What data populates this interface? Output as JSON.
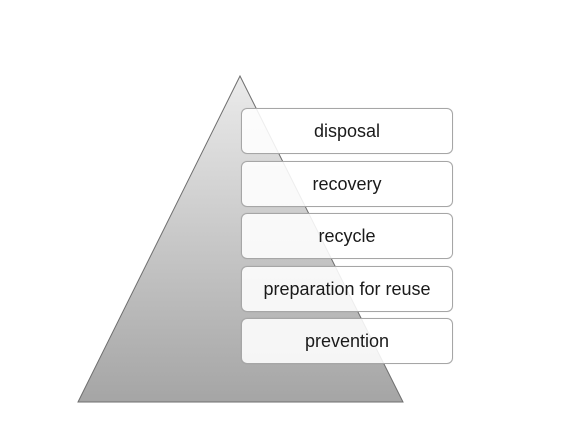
{
  "hierarchy": {
    "levels": [
      {
        "label": "disposal"
      },
      {
        "label": "recovery"
      },
      {
        "label": "recycle"
      },
      {
        "label": "preparation for reuse"
      },
      {
        "label": "prevention"
      }
    ]
  },
  "colors": {
    "pyramid_top": "#ebebeb",
    "pyramid_bottom": "#a5a5a5",
    "pyramid_stroke": "#6e6e6e",
    "box_border": "#a6a6a6",
    "text": "#1a1a1a"
  }
}
